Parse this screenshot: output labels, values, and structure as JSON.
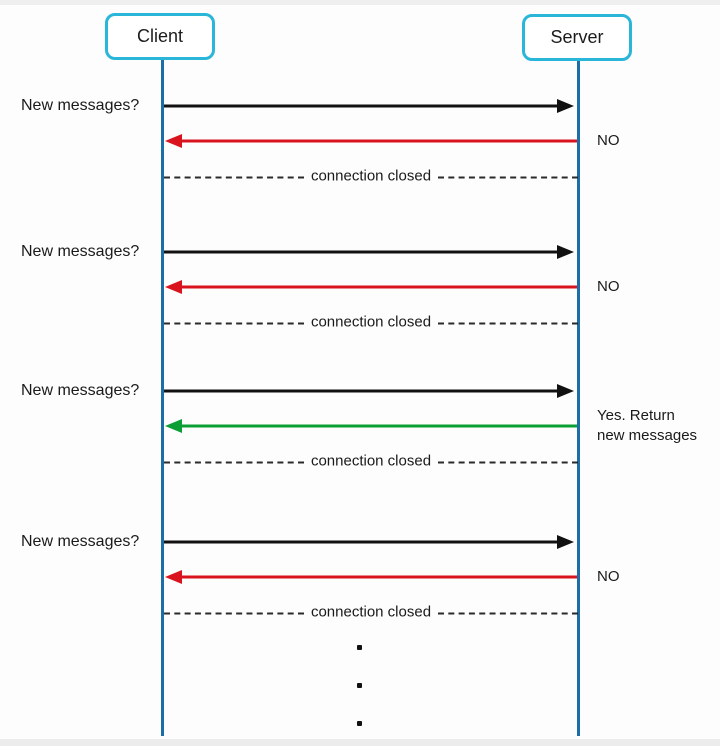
{
  "actors": {
    "client_label": "Client",
    "server_label": "Server"
  },
  "cycles": [
    {
      "request_label": "New messages?",
      "response_label": "NO",
      "response_type": "no",
      "closed_label": "connection closed"
    },
    {
      "request_label": "New messages?",
      "response_label": "NO",
      "response_type": "no",
      "closed_label": "connection closed"
    },
    {
      "request_label": "New messages?",
      "response_label": "Yes. Return\nnew messages",
      "response_type": "yes",
      "closed_label": "connection closed"
    },
    {
      "request_label": "New messages?",
      "response_label": "NO",
      "response_type": "no",
      "closed_label": "connection closed"
    }
  ],
  "continuation": {
    "dot_count": 3,
    "style": "vertical-ellipsis"
  },
  "colors": {
    "actor-border": "#29b6d9",
    "lifeline": "#1c6ea9",
    "request-arrow": "#111111",
    "response-no": "#d9141f",
    "response-yes": "#0a9e35",
    "closed-line": "#2a2a2a",
    "text": "#1a1a1a"
  }
}
